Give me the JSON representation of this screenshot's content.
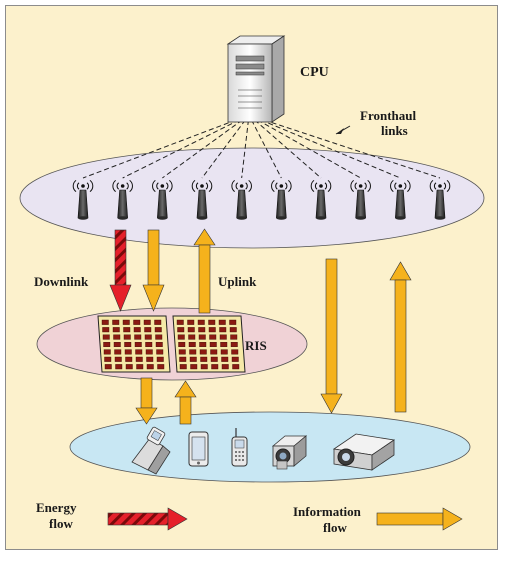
{
  "labels": {
    "cpu": "CPU",
    "fronthaul_line1": "Fronthaul",
    "fronthaul_line2": "links",
    "downlink": "Downlink",
    "uplink": "Uplink",
    "ris": "RIS",
    "energy_line1": "Energy",
    "energy_line2": "flow",
    "info_line1": "Information",
    "info_line2": "flow"
  },
  "colors": {
    "background": "#fcf1cc",
    "ap_ellipse": "#e9e4f2",
    "ris_ellipse": "#f0d2d6",
    "user_ellipse": "#c8e7f3",
    "energy_arrow": "#e5202a",
    "info_arrow": "#f5b21c",
    "ris_element": "#8b1a12"
  },
  "access_point_count": 10,
  "ris_panel_count": 2,
  "user_devices": [
    "flip-phone-icon",
    "smartphone-icon",
    "mobile-phone-icon",
    "video-camera-icon",
    "projector-icon"
  ]
}
